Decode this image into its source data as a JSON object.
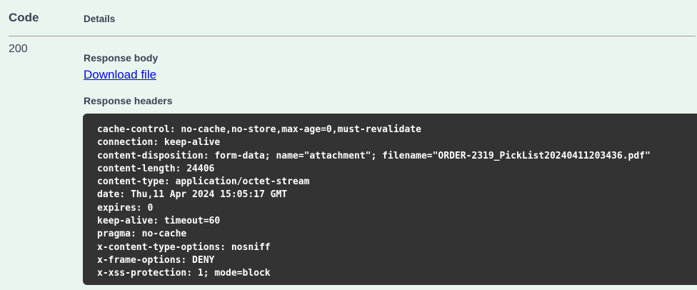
{
  "table": {
    "headers": {
      "code": "Code",
      "details": "Details"
    }
  },
  "response": {
    "code": "200",
    "body_label": "Response body",
    "download_link": "Download file",
    "headers_label": "Response headers",
    "headers": [
      "cache-control: no-cache,no-store,max-age=0,must-revalidate",
      "connection: keep-alive",
      "content-disposition: form-data; name=\"attachment\"; filename=\"ORDER-2319_PickList20240411203436.pdf\"",
      "content-length: 24406",
      "content-type: application/octet-stream",
      "date: Thu,11 Apr 2024 15:05:17 GMT",
      "expires: 0",
      "keep-alive: timeout=60",
      "pragma: no-cache",
      "x-content-type-options: nosniff",
      "x-frame-options: DENY",
      "x-xss-protection: 1; mode=block"
    ]
  },
  "colors": {
    "background": "#e9f6f0",
    "code_block_bg": "#333333",
    "code_block_text": "#ffffff",
    "heading_text": "#3b4151",
    "link": "#0000ee",
    "divider": "#9b9b9b"
  }
}
